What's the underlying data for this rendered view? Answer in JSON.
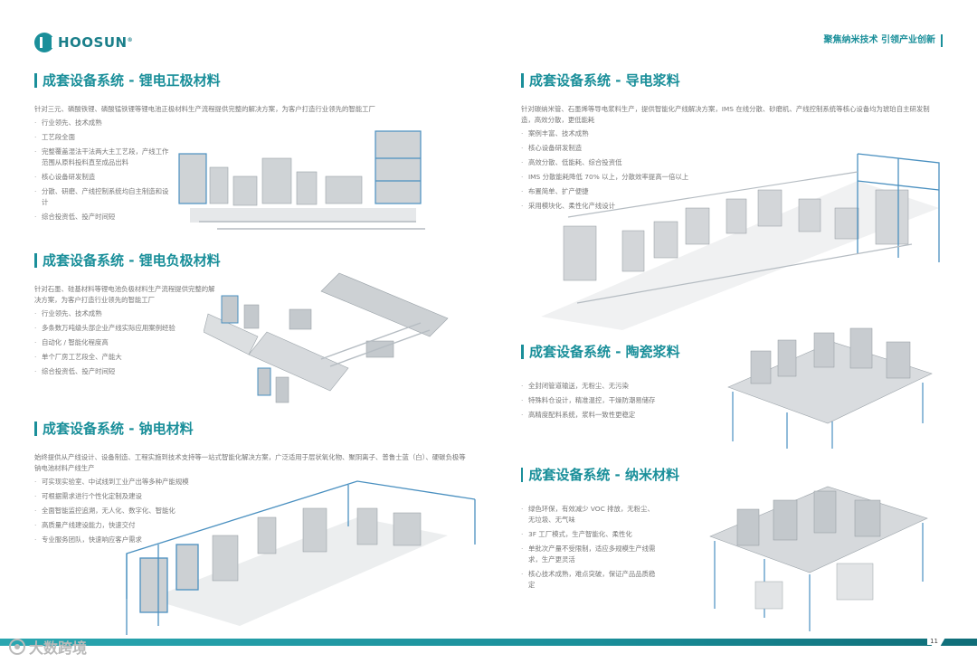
{
  "header": {
    "logo_text": "HOOSUN",
    "slogan": "聚焦纳米技术 引领产业创新"
  },
  "sections": {
    "cathode": {
      "title": "成套设备系统 - 锂电正极材料",
      "intro": "针对三元、磷酸铁锂、磷酸锰铁锂等锂电池正极材料生产流程提供完整的解决方案，为客户打造行业领先的智能工厂",
      "bullets": [
        "行业领先、技术成熟",
        "工艺段全面",
        "完整覆盖湿法干法两大主工艺段，产线工作范围从原料投料直至成品出料",
        "核心设备研发制造",
        "分散、研磨、产线控制系统均自主制造和设计",
        "综合投资低、投产时间短"
      ]
    },
    "anode": {
      "title": "成套设备系统 - 锂电负极材料",
      "intro": "针对石墨、硅基材料等锂电池负极材料生产流程提供完整的解决方案，为客户打造行业领先的智能工厂",
      "bullets": [
        "行业领先、技术成熟",
        "多条数万吨级头部企业产线实际应用案例经验",
        "自动化 / 智能化程度高",
        "单个厂房工艺段全、产能大",
        "综合投资低、投产时间短"
      ]
    },
    "sodium": {
      "title": "成套设备系统 - 钠电材料",
      "intro": "始终提供从产线设计、设备制造、工程实施到技术支持等一站式智能化解决方案，广泛适用于层状氧化物、聚阴离子、普鲁士蓝（白）、硬碳负极等钠电池材料产线生产",
      "bullets": [
        "可实现实验室、中试线到工业产出等多种产能规模",
        "可根据需求进行个性化定制及建设",
        "全面智能监控追溯，无人化、数字化、智能化",
        "高质量产线建设能力，快速交付",
        "专业服务团队，快速响应客户需求"
      ]
    },
    "conductive": {
      "title": "成套设备系统 - 导电浆料",
      "intro": "针对碳纳米管、石墨烯等导电浆料生产，提供智能化产线解决方案，IMS 在线分散、砂磨机、产线控制系统等核心设备均为琥珀自主研发制造，高效分散，更低能耗",
      "bullets": [
        "案例丰富、技术成熟",
        "核心设备研发制造",
        "高效分散、低能耗、综合投资低",
        "IMS 分散能耗降低 70% 以上，分散效率提高一倍以上",
        "布置简单、扩产便捷",
        "采用模块化、柔性化产线设计"
      ]
    },
    "ceramic": {
      "title": "成套设备系统 - 陶瓷浆料",
      "bullets": [
        "全封闭管道输送，无粉尘、无污染",
        "特殊料仓设计，精准温控，干燥防潮易储存",
        "高精度配料系统，浆料一致性更稳定"
      ]
    },
    "nano": {
      "title": "成套设备系统 - 纳米材料",
      "bullets": [
        "绿色环保，有效减少 VOC 排放，无粉尘、无垃圾、无气味",
        "3F 工厂模式，生产智能化、柔性化",
        "单批次产量不受限制，适应多规模生产线需求，生产更灵活",
        "核心技术成熟，难点突破，保证产品品质稳定"
      ]
    }
  },
  "footer": {
    "page_number": "11",
    "watermark": "大数跨境"
  },
  "colors": {
    "accent": "#1a8f9a",
    "frame_blue": "#4a90c0",
    "machine_gray": "#d8dadc"
  }
}
